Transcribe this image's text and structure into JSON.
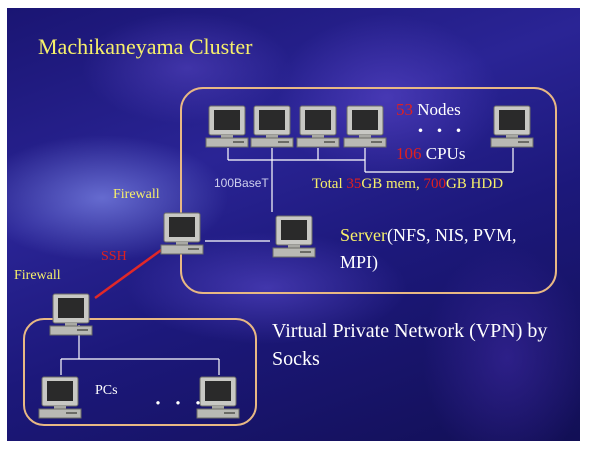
{
  "title": "Machikaneyama Cluster",
  "cluster": {
    "nodes_count": "53",
    "nodes_label": " Nodes",
    "ellipsis": "・・・",
    "cpus_count": "106",
    "cpus_label": " CPUs",
    "network_label": "100BaseT",
    "total_prefix": "Total ",
    "mem_value": "35",
    "mem_suffix": "GB mem, ",
    "hdd_value": "700",
    "hdd_suffix": "GB HDD"
  },
  "server": {
    "name": "Server",
    "services": "(NFS, NIS, PVM, MPI)"
  },
  "firewall_upper": "Firewall",
  "firewall_lower": "Firewall",
  "ssh_label": "SSH",
  "vpn": {
    "label": "Virtual Private Network (VPN) by Socks",
    "pcs_label": "PCs",
    "ellipsis": "・・・"
  },
  "colors": {
    "title": "#f7f06a",
    "highlight": "#e0201e",
    "box_border": "#e8b884",
    "link": "#e02828",
    "background": "#1e1a80"
  },
  "icons": {
    "node": "desktop-computer-icon",
    "firewall": "desktop-computer-icon",
    "server": "desktop-computer-icon",
    "pc": "desktop-computer-icon"
  }
}
